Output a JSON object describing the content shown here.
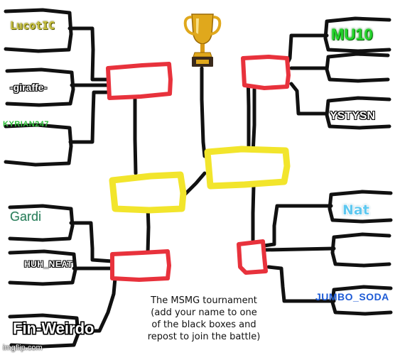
{
  "bracket": {
    "left_names": [
      "LucotIC",
      "-giraffe-",
      "KYRIAN247",
      "Gardi",
      "HUH_NEAT",
      "Fin-Weirdo"
    ],
    "right_names": [
      "MU10",
      "YSTYSN",
      "Nat",
      "JUMBO_SODA"
    ],
    "colors": {
      "outline": "#111111",
      "quarterfinal_box": "#e8323c",
      "semifinal_box": "#f2e52c",
      "trophy_gold": "#e0a81c"
    },
    "trophy_icon": "trophy-icon"
  },
  "caption": "The MSMG tournament\n(add your name to one\nof the black boxes and\nrepost to join the battle)",
  "watermark": "imgflip.com"
}
